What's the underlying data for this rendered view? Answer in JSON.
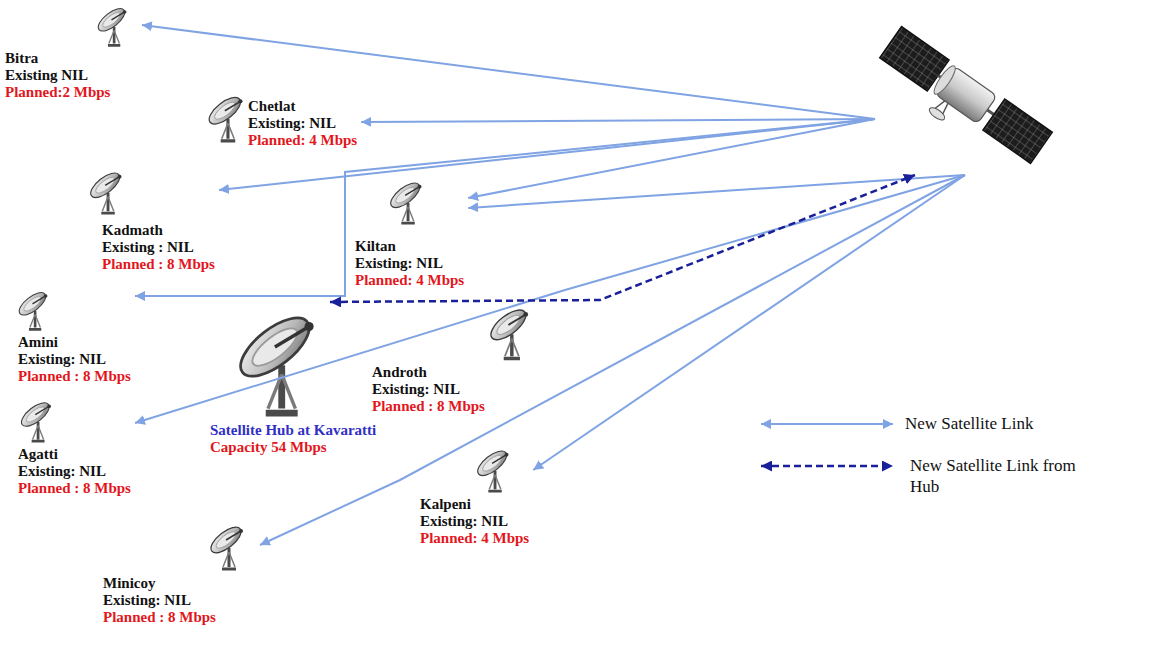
{
  "diagram": {
    "nodes": [
      {
        "text": [
          "Bitra",
          "Existing NIL",
          "Planned:2 Mbps"
        ]
      },
      {
        "text": [
          "Chetlat",
          "Existing: NIL",
          "Planned: 4 Mbps"
        ]
      },
      {
        "text": []
      },
      {
        "text": [
          "Kadmath",
          "Existing : NIL",
          "Planned : 8 Mbps"
        ]
      },
      {
        "text": [
          "Kiltan",
          "Existing: NIL",
          "Planned: 4 Mbps"
        ]
      },
      {
        "text": [
          "Amini",
          "Existing: NIL",
          "Planned : 8 Mbps"
        ]
      },
      {
        "text": [
          "Androth",
          "Existing: NIL",
          "Planned : 8 Mbps"
        ]
      },
      {
        "text": [
          "Agatti",
          "Existing: NIL",
          "Planned : 8 Mbps"
        ]
      },
      {
        "text": [
          "Satellite Hub at Kavaratti",
          "Capacity 54 Mbps"
        ]
      },
      {
        "text": [
          "Kalpeni",
          "Existing: NIL",
          "Planned: 4 Mbps"
        ]
      },
      {
        "text": [
          "Minicoy",
          "Existing: NIL",
          "Planned : 8 Mbps"
        ]
      }
    ],
    "edges": [
      {
        "from": 2,
        "to": 0,
        "arrow": "to"
      },
      {
        "from": 2,
        "to": 1,
        "arrow": "to"
      },
      {
        "from": 2,
        "to": 3,
        "arrow": "to"
      },
      {
        "from": 2,
        "to": 4,
        "arrow": "to"
      },
      {
        "from": 2,
        "to": 4,
        "arrow": "to"
      },
      {
        "from": 2,
        "to": 5,
        "arrow": "to"
      },
      {
        "from": 2,
        "to": 7,
        "arrow": "to"
      },
      {
        "from": 2,
        "to": 9,
        "arrow": "to"
      },
      {
        "from": 2,
        "to": 10,
        "arrow": "to"
      },
      {
        "from": 8,
        "to": 2,
        "arrow": "both"
      }
    ],
    "legend": [
      {
        "text": "New Satellite Link"
      },
      {
        "text": "New Satellite Link from Hub"
      }
    ]
  }
}
